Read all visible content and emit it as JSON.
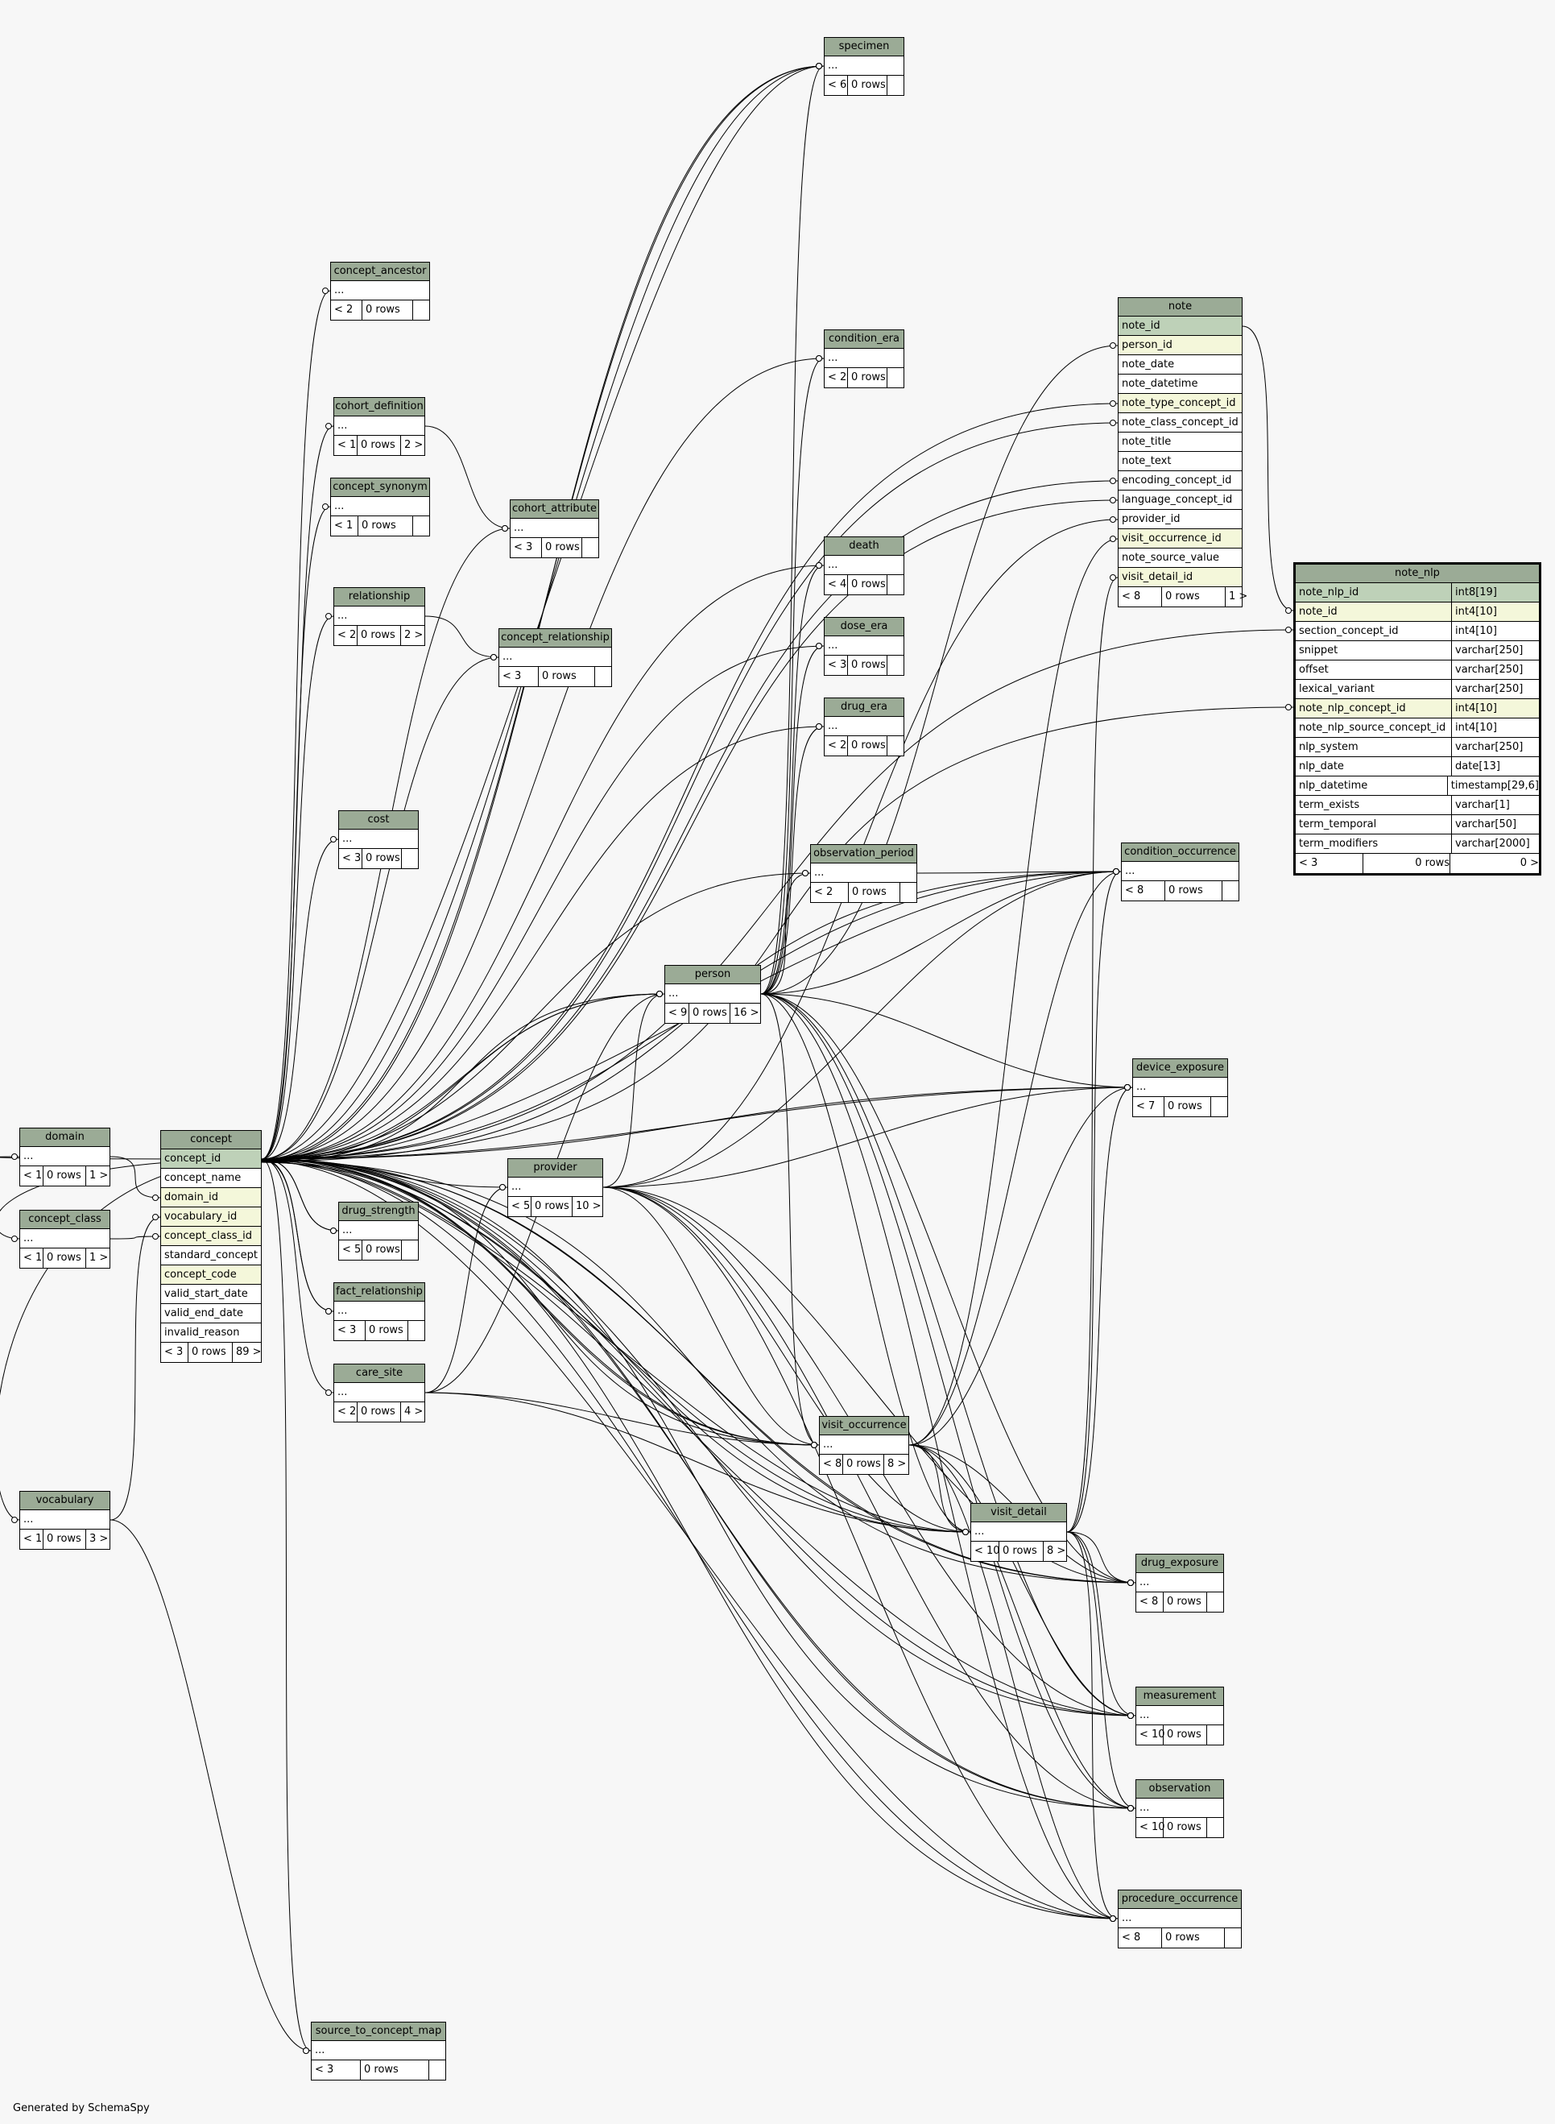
{
  "generated_by": "Generated by SchemaSpy",
  "colors": {
    "header": "#9bab96",
    "primary_key": "#bed1b8",
    "foreign_key": "#f4f7da",
    "background": "#f7f7f7",
    "edge": "#000000"
  },
  "tables": {
    "specimen": {
      "title": "specimen",
      "rows": [
        "..."
      ],
      "footer": [
        "< 6",
        "0 rows",
        ""
      ]
    },
    "concept_ancestor": {
      "title": "concept_ancestor",
      "rows": [
        "..."
      ],
      "footer": [
        "< 2",
        "0 rows",
        ""
      ]
    },
    "condition_era": {
      "title": "condition_era",
      "rows": [
        "..."
      ],
      "footer": [
        "< 2",
        "0 rows",
        ""
      ]
    },
    "cohort_definition": {
      "title": "cohort_definition",
      "rows": [
        "..."
      ],
      "footer": [
        "< 1",
        "0 rows",
        "2 >"
      ]
    },
    "concept_synonym": {
      "title": "concept_synonym",
      "rows": [
        "..."
      ],
      "footer": [
        "< 1",
        "0 rows",
        ""
      ]
    },
    "cohort_attribute": {
      "title": "cohort_attribute",
      "rows": [
        "..."
      ],
      "footer": [
        "< 3",
        "0 rows",
        ""
      ]
    },
    "death": {
      "title": "death",
      "rows": [
        "..."
      ],
      "footer": [
        "< 4",
        "0 rows",
        ""
      ]
    },
    "relationship": {
      "title": "relationship",
      "rows": [
        "..."
      ],
      "footer": [
        "< 2",
        "0 rows",
        "2 >"
      ]
    },
    "concept_relationship": {
      "title": "concept_relationship",
      "rows": [
        "..."
      ],
      "footer": [
        "< 3",
        "0 rows",
        ""
      ]
    },
    "dose_era": {
      "title": "dose_era",
      "rows": [
        "..."
      ],
      "footer": [
        "< 3",
        "0 rows",
        ""
      ]
    },
    "drug_era": {
      "title": "drug_era",
      "rows": [
        "..."
      ],
      "footer": [
        "< 2",
        "0 rows",
        ""
      ]
    },
    "cost": {
      "title": "cost",
      "rows": [
        "..."
      ],
      "footer": [
        "< 3",
        "0 rows",
        ""
      ]
    },
    "observation_period": {
      "title": "observation_period",
      "rows": [
        "..."
      ],
      "footer": [
        "< 2",
        "0 rows",
        ""
      ]
    },
    "condition_occurrence": {
      "title": "condition_occurrence",
      "rows": [
        "..."
      ],
      "footer": [
        "< 8",
        "0 rows",
        ""
      ]
    },
    "person": {
      "title": "person",
      "rows": [
        "..."
      ],
      "footer": [
        "< 9",
        "0 rows",
        "16 >"
      ]
    },
    "device_exposure": {
      "title": "device_exposure",
      "rows": [
        "..."
      ],
      "footer": [
        "< 7",
        "0 rows",
        ""
      ]
    },
    "domain": {
      "title": "domain",
      "rows": [
        "..."
      ],
      "footer": [
        "< 1",
        "0 rows",
        "1 >"
      ]
    },
    "provider": {
      "title": "provider",
      "rows": [
        "..."
      ],
      "footer": [
        "< 5",
        "0 rows",
        "10 >"
      ]
    },
    "drug_strength": {
      "title": "drug_strength",
      "rows": [
        "..."
      ],
      "footer": [
        "< 5",
        "0 rows",
        ""
      ]
    },
    "concept_class": {
      "title": "concept_class",
      "rows": [
        "..."
      ],
      "footer": [
        "< 1",
        "0 rows",
        "1 >"
      ]
    },
    "fact_relationship": {
      "title": "fact_relationship",
      "rows": [
        "..."
      ],
      "footer": [
        "< 3",
        "0 rows",
        ""
      ]
    },
    "care_site": {
      "title": "care_site",
      "rows": [
        "..."
      ],
      "footer": [
        "< 2",
        "0 rows",
        "4 >"
      ]
    },
    "visit_occurrence": {
      "title": "visit_occurrence",
      "rows": [
        "..."
      ],
      "footer": [
        "< 8",
        "0 rows",
        "8 >"
      ]
    },
    "vocabulary": {
      "title": "vocabulary",
      "rows": [
        "..."
      ],
      "footer": [
        "< 1",
        "0 rows",
        "3 >"
      ]
    },
    "visit_detail": {
      "title": "visit_detail",
      "rows": [
        "..."
      ],
      "footer": [
        "< 10",
        "0 rows",
        "8 >"
      ]
    },
    "drug_exposure": {
      "title": "drug_exposure",
      "rows": [
        "..."
      ],
      "footer": [
        "< 8",
        "0 rows",
        ""
      ]
    },
    "measurement": {
      "title": "measurement",
      "rows": [
        "..."
      ],
      "footer": [
        "< 10",
        "0 rows",
        ""
      ]
    },
    "observation": {
      "title": "observation",
      "rows": [
        "..."
      ],
      "footer": [
        "< 10",
        "0 rows",
        ""
      ]
    },
    "procedure_occurrence": {
      "title": "procedure_occurrence",
      "rows": [
        "..."
      ],
      "footer": [
        "< 8",
        "0 rows",
        ""
      ]
    },
    "source_to_concept_map": {
      "title": "source_to_concept_map",
      "rows": [
        "..."
      ],
      "footer": [
        "< 3",
        "0 rows",
        ""
      ]
    },
    "concept": {
      "title": "concept",
      "rows": [
        "concept_id",
        "concept_name",
        "domain_id",
        "vocabulary_id",
        "concept_class_id",
        "standard_concept",
        "concept_code",
        "valid_start_date",
        "valid_end_date",
        "invalid_reason"
      ],
      "footer": [
        "< 3",
        "0 rows",
        "89 >"
      ]
    },
    "note": {
      "title": "note",
      "rows": [
        "note_id",
        "person_id",
        "note_date",
        "note_datetime",
        "note_type_concept_id",
        "note_class_concept_id",
        "note_title",
        "note_text",
        "encoding_concept_id",
        "language_concept_id",
        "provider_id",
        "visit_occurrence_id",
        "note_source_value",
        "visit_detail_id"
      ],
      "footer": [
        "< 8",
        "0 rows",
        "1 >"
      ]
    },
    "note_nlp": {
      "title": "note_nlp",
      "rows": [
        [
          "note_nlp_id",
          "int8[19]"
        ],
        [
          "note_id",
          "int4[10]"
        ],
        [
          "section_concept_id",
          "int4[10]"
        ],
        [
          "snippet",
          "varchar[250]"
        ],
        [
          "offset",
          "varchar[250]"
        ],
        [
          "lexical_variant",
          "varchar[250]"
        ],
        [
          "note_nlp_concept_id",
          "int4[10]"
        ],
        [
          "note_nlp_source_concept_id",
          "int4[10]"
        ],
        [
          "nlp_system",
          "varchar[250]"
        ],
        [
          "nlp_date",
          "date[13]"
        ],
        [
          "nlp_datetime",
          "timestamp[29,6]"
        ],
        [
          "term_exists",
          "varchar[1]"
        ],
        [
          "term_temporal",
          "varchar[50]"
        ],
        [
          "term_modifiers",
          "varchar[2000]"
        ]
      ],
      "footer": [
        "< 3",
        "0 rows",
        "0 >"
      ]
    }
  }
}
